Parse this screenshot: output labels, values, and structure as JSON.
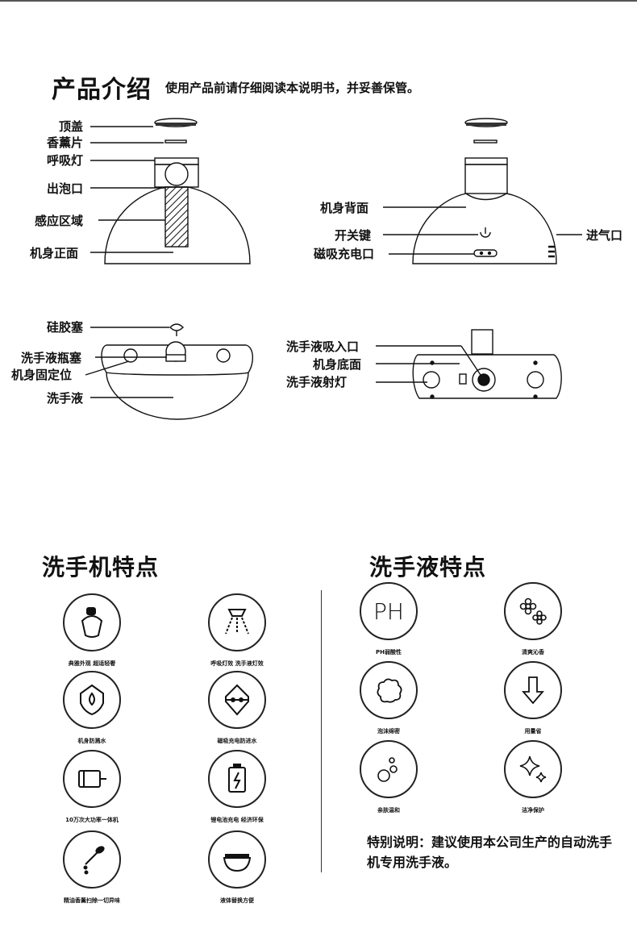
{
  "intro": {
    "title": "产品介绍",
    "subtitle": "使用产品前请仔细阅读本说明书，并妥善保管。"
  },
  "front_labels": [
    "顶盖",
    "香薰片",
    "呼吸灯",
    "出泡口",
    "感应区域",
    "机身正面"
  ],
  "back_labels": {
    "back_face": "机身背面",
    "switch": "开关键",
    "charge_port": "磁吸充电口",
    "air_inlet": "进气口"
  },
  "open_labels": [
    "硅胶塞",
    "洗手液瓶塞",
    "机身固定位",
    "洗手液"
  ],
  "bottom_labels": [
    "洗手液吸入口",
    "机身底面",
    "洗手液射灯"
  ],
  "machine_features": {
    "title": "洗手机特点",
    "items": [
      {
        "caption": "典雅外观   超适轻奢",
        "icon": "bottle-icon"
      },
      {
        "caption": "呼吸灯效  洗手液灯效",
        "icon": "light-icon"
      },
      {
        "caption": "机身防溅水",
        "icon": "shield-drop-icon"
      },
      {
        "caption": "磁吸充电防进水",
        "icon": "magnet-shield-icon"
      },
      {
        "caption": "10万次大功率一体机",
        "icon": "motor-icon"
      },
      {
        "caption": "锂电池充电  经济环保",
        "icon": "battery-icon"
      },
      {
        "caption": "精油香薰扫除一切异味",
        "icon": "dropper-icon"
      },
      {
        "caption": "液体替换方便",
        "icon": "bowl-icon"
      }
    ]
  },
  "liquid_features": {
    "title": "洗手液特点",
    "items": [
      {
        "caption": "PH弱酸性",
        "icon": "ph-icon",
        "symbol": "PH"
      },
      {
        "caption": "清爽沁香",
        "icon": "flower-icon"
      },
      {
        "caption": "泡沫绵密",
        "icon": "foam-icon"
      },
      {
        "caption": "用量省",
        "icon": "arrow-down-icon"
      },
      {
        "caption": "亲肤温和",
        "icon": "bubbles-icon"
      },
      {
        "caption": "洁净保护",
        "icon": "sparkle-icon"
      }
    ]
  },
  "note": "特别说明：建议使用本公司生产的自动洗手机专用洗手液。"
}
